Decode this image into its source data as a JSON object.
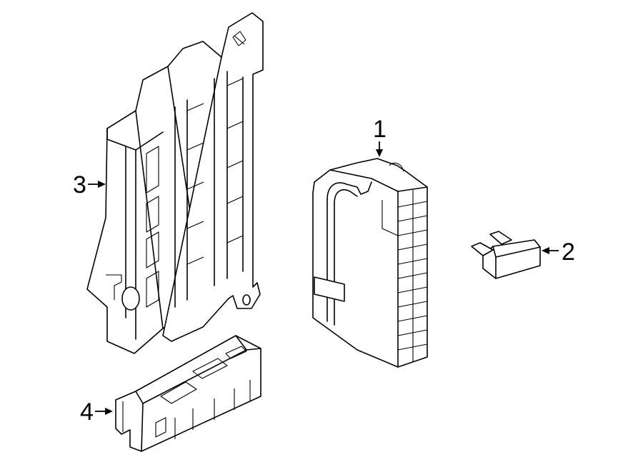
{
  "callouts": [
    {
      "id": "1",
      "label": "1",
      "part": "fuse-box-cover"
    },
    {
      "id": "2",
      "label": "2",
      "part": "blade-fuse"
    },
    {
      "id": "3",
      "label": "3",
      "part": "fuse-box-bracket"
    },
    {
      "id": "4",
      "label": "4",
      "part": "fuse-holder"
    }
  ],
  "colors": {
    "line": "#000000",
    "background": "#ffffff"
  }
}
